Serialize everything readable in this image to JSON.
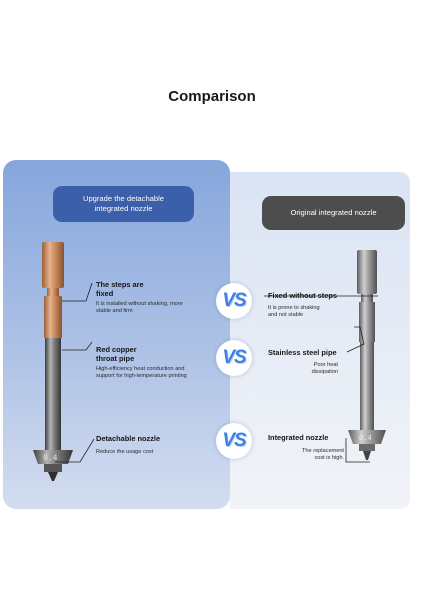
{
  "title": "Comparison",
  "left": {
    "banner": [
      "Upgrade the detachable",
      "integrated nozzle"
    ],
    "features": [
      {
        "label": [
          "The steps are",
          "fixed"
        ],
        "desc": [
          "It is installed without shaking, more",
          "stable and firm"
        ]
      },
      {
        "label": [
          "Red copper",
          "throat pipe"
        ],
        "desc": [
          "High-efficiency heat conduction and",
          "support for high-temperature printing"
        ]
      },
      {
        "label": [
          "Detachable nozzle"
        ],
        "desc": [
          "Reduce the usage cost"
        ]
      }
    ],
    "nozzle_mark": "0.4"
  },
  "right": {
    "banner": "Original integrated nozzle",
    "features": [
      {
        "label": "Fixed without steps",
        "desc": [
          "It is prone to shaking",
          "and not stable"
        ]
      },
      {
        "label": "Stainless steel pipe",
        "desc": [
          "Poor heat",
          "dissipation"
        ]
      },
      {
        "label": "Integrated nozzle",
        "desc": [
          "The replacement",
          "cost is high."
        ]
      }
    ],
    "nozzle_mark": "0.4"
  },
  "vs_text": "VS",
  "colors": {
    "left_banner": "#3b5fa8",
    "right_banner": "#4d4d4d",
    "vs": "#3f7fe6",
    "copper": "#c98a5e",
    "steel": "#9a9a9a"
  }
}
